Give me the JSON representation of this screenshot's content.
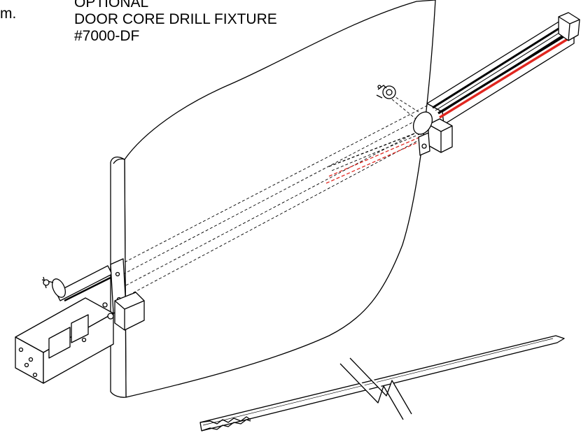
{
  "captions": {
    "fragment": "m.",
    "line1": "OPTIONAL",
    "line2": "DOOR CORE DRILL FIXTURE",
    "line3": "#7000-DF"
  },
  "colors": {
    "ink": "#000000",
    "rail_red": "#e0261f",
    "background": "#ffffff"
  }
}
